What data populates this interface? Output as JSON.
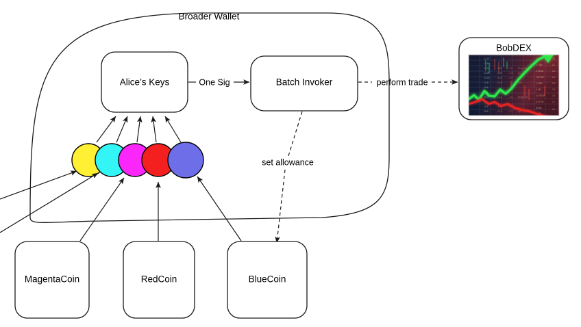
{
  "diagram": {
    "title_text": "Broader Wallet",
    "background_color": "#ffffff",
    "stroke_color": "#1a1a1a",
    "containers": [
      {
        "id": "broader-wallet",
        "label": "Broader Wallet",
        "shape": "rounded-rectangle"
      }
    ],
    "nodes": [
      {
        "id": "alices-keys",
        "label": "Alice’s Keys",
        "shape": "rounded-rectangle"
      },
      {
        "id": "batch-invoker",
        "label": "Batch Invoker",
        "shape": "rounded-rectangle"
      },
      {
        "id": "bobdex",
        "label": "BobDEX",
        "shape": "rounded-rectangle"
      },
      {
        "id": "magentacoin",
        "label": "MagentaCoin",
        "shape": "rounded-rectangle"
      },
      {
        "id": "redcoin",
        "label": "RedCoin",
        "shape": "rounded-rectangle"
      },
      {
        "id": "bluecoin",
        "label": "BlueCoin",
        "shape": "rounded-rectangle"
      }
    ],
    "coins": [
      {
        "id": "coin-yellow",
        "name": "yellow-coin",
        "color": "#FFF033"
      },
      {
        "id": "coin-cyan",
        "name": "cyan-coin",
        "color": "#33F5F5"
      },
      {
        "id": "coin-magenta",
        "name": "magenta-coin",
        "color": "#FA26FA"
      },
      {
        "id": "coin-red",
        "name": "red-coin",
        "color": "#F42020"
      },
      {
        "id": "coin-blue",
        "name": "blue-coin",
        "color": "#6E6EE8"
      }
    ],
    "edges": [
      {
        "id": "edge-one-sig",
        "label": "One Sig",
        "style": "solid",
        "from": "alices-keys",
        "to": "batch-invoker"
      },
      {
        "id": "edge-perform-trade",
        "label": "perform trade",
        "style": "dashed",
        "from": "batch-invoker",
        "to": "bobdex"
      },
      {
        "id": "edge-set-allowance",
        "label": "set allowance",
        "style": "dashed",
        "from": "batch-invoker",
        "to": "bluecoin"
      },
      {
        "id": "edge-magentacoin",
        "label": "",
        "style": "solid",
        "from": "magentacoin",
        "to": "coin-magenta"
      },
      {
        "id": "edge-redcoin",
        "label": "",
        "style": "solid",
        "from": "redcoin",
        "to": "coin-red"
      },
      {
        "id": "edge-bluecoin",
        "label": "",
        "style": "solid",
        "from": "bluecoin",
        "to": "coin-blue"
      }
    ],
    "bobdex_thumbnail": {
      "name": "stock-chart-thumbnail",
      "description": "trading chart",
      "uptrend_color": "#2ee64a",
      "downtrend_color": "#e82020",
      "background_dark": "#101a2e",
      "background_warm": "#6d1f28"
    }
  }
}
